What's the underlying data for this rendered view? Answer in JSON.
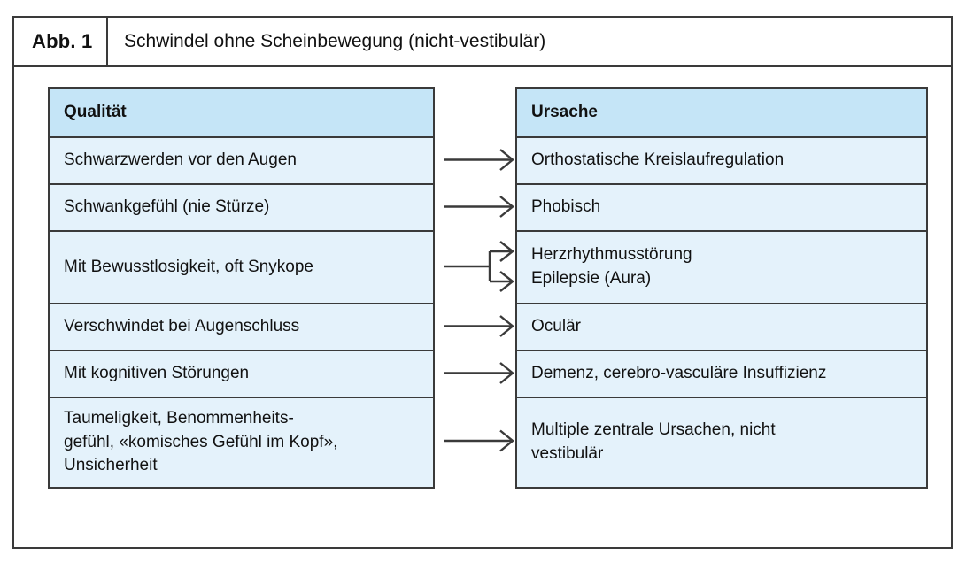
{
  "figure": {
    "tag": "Abb. 1",
    "title": "Schwindel ohne Scheinbewegung (nicht-vestibulär)"
  },
  "colors": {
    "header_fill": "#c5e5f7",
    "row_fill": "#e4f2fb",
    "border": "#3a3a3a",
    "text": "#111111"
  },
  "table": {
    "headers": {
      "left": "Qualität",
      "right": "Ursache"
    },
    "rows": [
      {
        "quality": "Schwarzwerden vor den Augen",
        "causes": [
          "Orthostatische Kreislaufregulation"
        ],
        "arrow": "single"
      },
      {
        "quality": "Schwankgefühl (nie Stürze)",
        "causes": [
          "Phobisch"
        ],
        "arrow": "single"
      },
      {
        "quality": "Mit Bewusstlosigkeit, oft Snykope",
        "causes": [
          "Herzrhythmusstörung",
          "Epilepsie (Aura)"
        ],
        "arrow": "branching"
      },
      {
        "quality": "Verschwindet bei Augenschluss",
        "causes": [
          "Oculär"
        ],
        "arrow": "single"
      },
      {
        "quality": "Mit kognitiven Störungen",
        "causes": [
          "Demenz, cerebro-vasculäre Insuffizienz"
        ],
        "arrow": "single"
      },
      {
        "quality_lines": [
          "Taumeligkeit, Benommenheits-",
          "gefühl, «komisches Gefühl im Kopf»,",
          "Unsicherheit"
        ],
        "causes_lines": [
          "Multiple zentrale Ursachen, nicht",
          "vestibulär"
        ],
        "arrow": "single"
      }
    ]
  }
}
